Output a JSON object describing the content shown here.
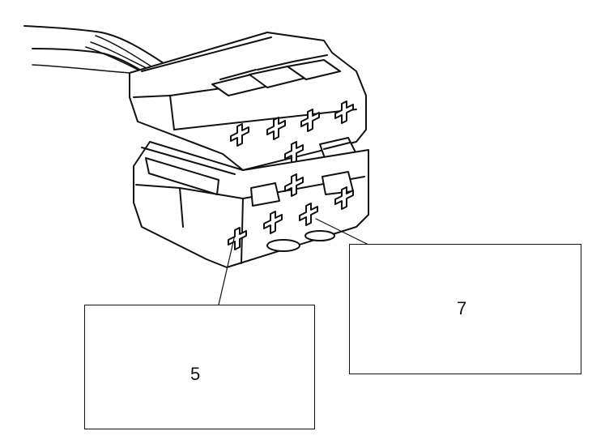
{
  "diagram": {
    "subject_icon": "electrical-connector-icon",
    "stroke_color": "#111111",
    "background_color": "#ffffff",
    "callouts": [
      {
        "id": "pin-5",
        "label": "5"
      },
      {
        "id": "pin-7",
        "label": "7"
      }
    ]
  }
}
